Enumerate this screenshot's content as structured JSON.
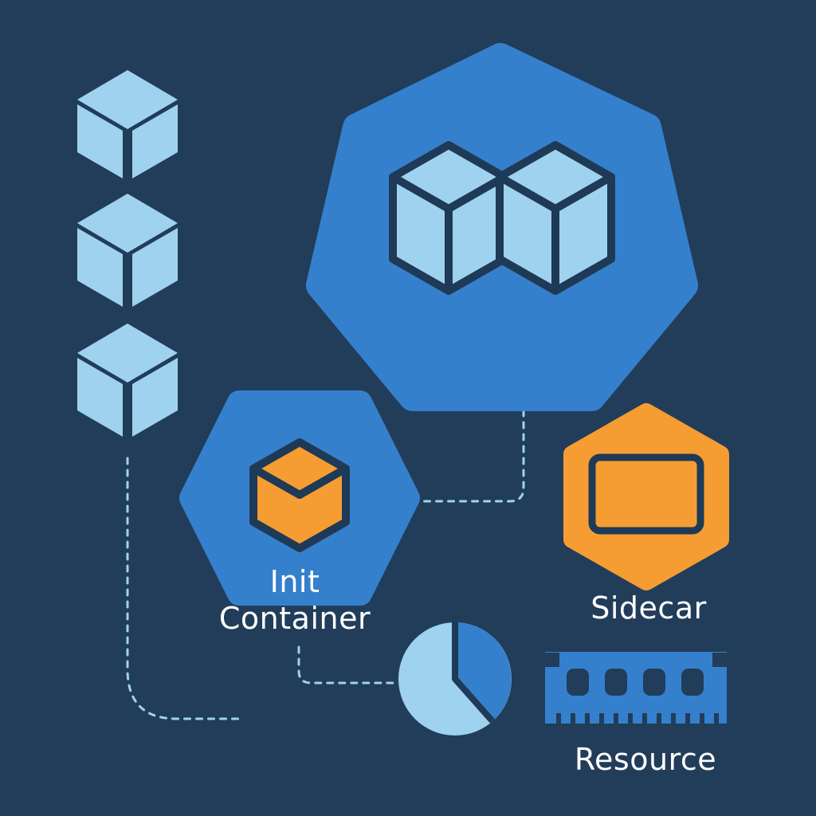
{
  "labels": {
    "init_line1": "Init",
    "init_line2": "Container",
    "sidecar": "Sidecar",
    "resource": "Resource"
  },
  "icons": {
    "stack": [
      "cube-icon",
      "cube-icon",
      "cube-icon"
    ],
    "pod": "double-cube-icon",
    "init_container": "cube-icon",
    "sidecar": "window-icon",
    "cpu": "pie-chart-icon",
    "memory": "memory-chip-icon"
  },
  "colors": {
    "background": "#213d5a",
    "primary_blue": "#3580cc",
    "light_blue": "#9fd2ee",
    "orange": "#f59d32",
    "outline": "#1f3a56",
    "connector": "#9fd2ee",
    "text": "#ffffff"
  }
}
